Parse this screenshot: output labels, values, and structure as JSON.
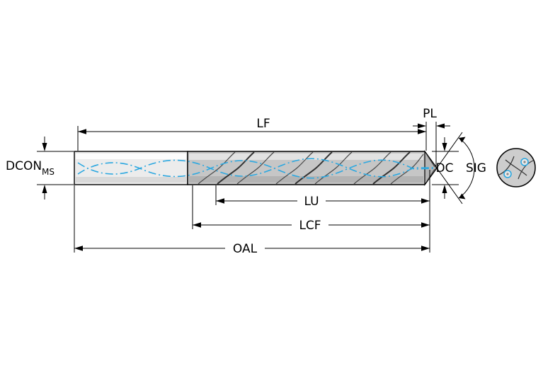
{
  "diagram": {
    "labels": {
      "lf": "LF",
      "pl": "PL",
      "dcon": "DCON",
      "dcon_subscript": "MS",
      "dc": "DC",
      "sig": "SIG",
      "lu": "LU",
      "lcf": "LCF",
      "oal": "OAL"
    },
    "colors": {
      "coolant": "#2da8e0",
      "body": "#c6c6c6",
      "shank": "#ececec",
      "outline": "#000000",
      "background": "#ffffff"
    }
  }
}
